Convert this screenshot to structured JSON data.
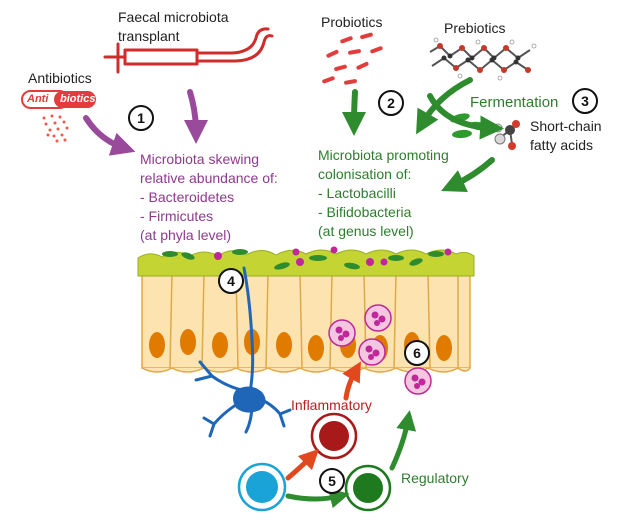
{
  "labels": {
    "faecal": [
      "Faecal microbiota",
      "transplant"
    ],
    "antibiotics": "Antibiotics",
    "pill_left": "Anti",
    "pill_right": "biotics",
    "probiotics": "Probiotics",
    "prebiotics": "Prebiotics",
    "fermentation": "Fermentation",
    "scfa": [
      "Short-chain",
      "fatty acids"
    ],
    "skewing": [
      "Microbiota skewing",
      "relative abundance of:",
      "- Bacteroidetes",
      "- Firmicutes",
      "(at phyla level)"
    ],
    "promoting": [
      "Microbiota promoting",
      "colonisation of:",
      "- Lactobacilli",
      "- Bifidobacteria",
      "(at genus level)"
    ],
    "inflammatory": "Inflammatory",
    "regulatory": "Regulatory"
  },
  "markers": [
    "1",
    "2",
    "3",
    "4",
    "5",
    "6"
  ],
  "colors": {
    "purple": "#8e3a8e",
    "green": "#2e7d2e",
    "red": "#b81e1e",
    "mucus": "#c3d433",
    "cell": "#fce3b0",
    "nucleus": "#e07b00",
    "neuron": "#1f66b8",
    "naive": "#1aa3d6"
  }
}
